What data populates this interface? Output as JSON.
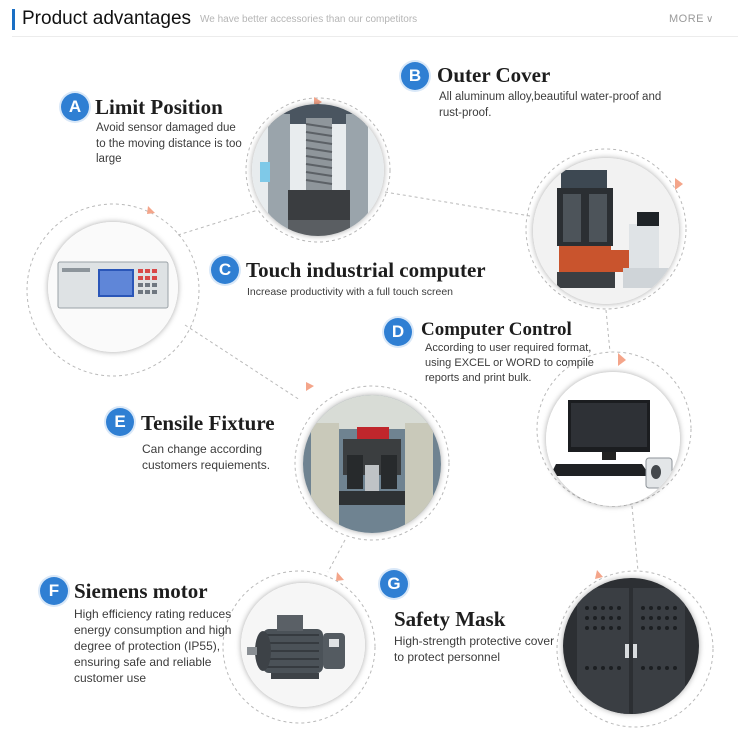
{
  "header": {
    "title": "Product advantages",
    "subtitle": "We have better accessories than our competitors",
    "more_label": "MORE"
  },
  "features": [
    {
      "letter": "A",
      "title": "Limit Position",
      "description": "Avoid sensor damaged due to the moving distance is too large",
      "image": "screw-column-photo"
    },
    {
      "letter": "B",
      "title": "Outer Cover",
      "description": "All aluminum alloy,beautiful water-proof and rust-proof.",
      "image": "testing-machine-photo"
    },
    {
      "letter": "C",
      "title": "Touch industrial computer",
      "description": "Increase productivity with a full touch screen",
      "image": "controller-panel-photo"
    },
    {
      "letter": "D",
      "title": "Computer Control",
      "description": "According to user required format, using EXCEL or WORD to compile reports and print bulk.",
      "image": "computer-photo"
    },
    {
      "letter": "E",
      "title": "Tensile Fixture",
      "description": "Can change according customers requiements.",
      "image": "fixture-photo"
    },
    {
      "letter": "F",
      "title": "Siemens motor",
      "description": "High efficiency rating reduces energy consumption and high degree of protection (IP55), ensuring safe and reliable customer use",
      "image": "motor-photo"
    },
    {
      "letter": "G",
      "title": "Safety Mask",
      "description": "High-strength protective cover to protect personnel",
      "image": "safety-mask-photo"
    }
  ],
  "colors": {
    "accent": "#2f7fd3",
    "arrow": "#f4a58a",
    "dashed": "#b9b9b9"
  }
}
